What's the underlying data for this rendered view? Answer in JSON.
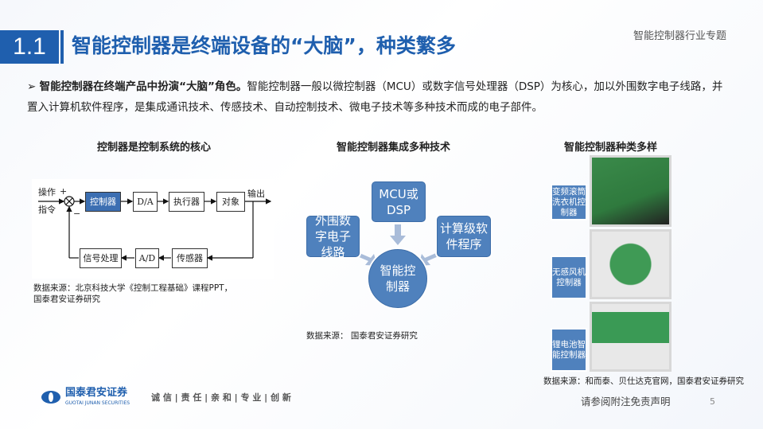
{
  "header": {
    "section_number": "1.1",
    "title": "智能控制器是终端设备的“大脑”，种类繁多",
    "topic": "智能控制器行业专题"
  },
  "bullet": {
    "bold": "智能控制器在终端产品中扮演“大脑”角色。",
    "text": "智能控制器一般以微控制器（MCU）或数字信号处理器（DSP）为核心，加以外围数字电子线路，并置入计算机软件程序，是集成通讯技术、传感技术、自动控制技术、微电子技术等多种技术而成的电子部件。"
  },
  "left": {
    "caption": "控制器是控制系统的核心",
    "input_1": "操作",
    "input_2": "指令",
    "plus": "+",
    "minus": "−",
    "controller": "控制器",
    "da": "D/A",
    "actuator": "执行器",
    "object": "对象",
    "output": "输出",
    "signal": "信号处理",
    "ad": "A/D",
    "sensor": "传感器",
    "source_1": "数据来源：北京科技大学《控制工程基础》课程PPT，",
    "source_2": "国泰君安证券研究"
  },
  "middle": {
    "caption": "智能控制器集成多种技术",
    "top": "MCU或DSP",
    "left": "外围数字电子线路",
    "right": "计算级软件程序",
    "center": "智能控制器",
    "source": "数据来源： 国泰君安证券研究"
  },
  "right": {
    "caption": "智能控制器种类多样",
    "items": [
      {
        "label": "变频滚筒洗衣机控制器"
      },
      {
        "label": "无感风机控制器"
      },
      {
        "label": "锂电池智能控制器"
      }
    ],
    "source": "数据来源：和而泰、贝仕达克官网，国泰君安证券研究"
  },
  "footer": {
    "logo_cn": "国泰君安证券",
    "logo_en": "GUOTAI JUNAN SECURITIES",
    "slogan": "诚 信 | 责 任 | 亲 和 | 专 业 | 创 新",
    "disclaimer": "请参阅附注免责声明",
    "page": "5"
  },
  "colors": {
    "brand": "#1f5fae",
    "box": "#4f81bd"
  }
}
